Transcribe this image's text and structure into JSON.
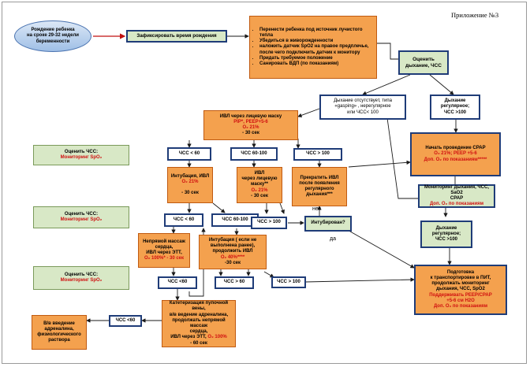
{
  "appendix_title": "Приложение №3",
  "birth": {
    "l1": "Рождение ребенка",
    "l2": "на сроке 29-32 недели",
    "l3": "беременности"
  },
  "record_time": "Зафиксировать время рождения",
  "initial_steps": [
    "Перенести ребенка под источник лучистого тепла",
    "Убедиться в живорожденности",
    "наложить датчик SpO2 на правое предплечье, после чего подключить датчик к монитору",
    "Придать требуемое положение",
    "Санировать ВДП (по показаниям)"
  ],
  "assess_breath": {
    "l1": "Оценить",
    "l2": "дыхание, ЧСС"
  },
  "no_breath": {
    "l1": "Дыхание отсутствует, типа",
    "l2": "«gasping» , нерегулярное",
    "l3": "или ЧСС< 100"
  },
  "regular_breath": {
    "l1": "Дыхание",
    "l2": "регулярное;",
    "l3": "ЧСС >100"
  },
  "mask_ivl": {
    "l1": "ИВЛ через лицевую маску",
    "l2": "PIP*, PEEP+5-6",
    "l3": "O₂ 21%",
    "l4": "- 30 сек"
  },
  "cpap_start": {
    "l1": "Начать проведение CPAP",
    "l2": "O₂ 21%; PEEP +5-6",
    "l3": "Доп. O₂ по показаниям*****"
  },
  "assess_hr": {
    "l1": "Оценить ЧСС:",
    "l2": "Мониторинг SpO₂"
  },
  "hr_lt60": "ЧСС < 60",
  "hr_60_100": "ЧСС 60-100",
  "hr_gt100": "ЧСС > 100",
  "hr_lt60_b": "ЧСС <60",
  "hr_gt60": "ЧСС > 60",
  "intubation": {
    "l1": "Интубация, ИВЛ",
    "l2": "O₂ 21%",
    "l3": "- 30 сек"
  },
  "mask_ivl2": {
    "l1": "ИВЛ",
    "l2": "через лицевую",
    "l3": "маску**",
    "l4": "O₂ 21%",
    "l5": "- 30 сек"
  },
  "stop_ivl": {
    "l1": "Прекратить ИВЛ",
    "l2": "после появления",
    "l3": "регулярного",
    "l4": "дыхания***"
  },
  "monitoring": {
    "l1": "Мониторинг дыхания, ЧСС,",
    "l2": "SaO2",
    "l3": "CPAP",
    "l4": "Доп. O₂ по показаниям"
  },
  "intubated_q": "Интубирован?",
  "no_label": "нет",
  "yes_label": "да",
  "cardiac_massage": {
    "l1": "Непрямой массаж",
    "l2": "сердца,",
    "l3": "ИВЛ через ЭТТ,",
    "l4": "O₂ 100%* - 30 сек"
  },
  "intubation2": {
    "l1": "Интубация ( если не",
    "l2": "выполнена ранее),",
    "l3": "продолжить ИВЛ",
    "l4": "O₂ 40%****",
    "l5": "-30 сек"
  },
  "regular_breath2": {
    "l1": "Дыхание",
    "l2": "регулярное;",
    "l3": "ЧСС >100"
  },
  "prepare_transport": {
    "l1": "Подготовка",
    "l2": "к транспортировке в ПИТ,",
    "l3": "продолжать мониторинг",
    "l4": "дыхания, ЧСС, SpO2",
    "l5": "Поддерживать PEEP/CPAP",
    "l6": "+5-6 см H2O",
    "l7": "Доп. O₂ по показаниям"
  },
  "catheter": {
    "l1": "Катетеризация пупочной вены,",
    "l2": "в/в ведение адреналина,",
    "l3": "продолжать непрямой массаж",
    "l4": "сердца,",
    "l5": "ИВЛ через ЭТТ,",
    "l6": "O₂ 100%",
    "l7": "- 60 сек"
  },
  "iv_infusion": {
    "l1": "В/в введение",
    "l2": "адреналина,",
    "l3": "физиологического",
    "l4": "раствора"
  },
  "colors": {
    "orange": "#f4a14e",
    "green": "#d8e8c6",
    "navy": "#1f3c78",
    "red": "#d01010"
  }
}
